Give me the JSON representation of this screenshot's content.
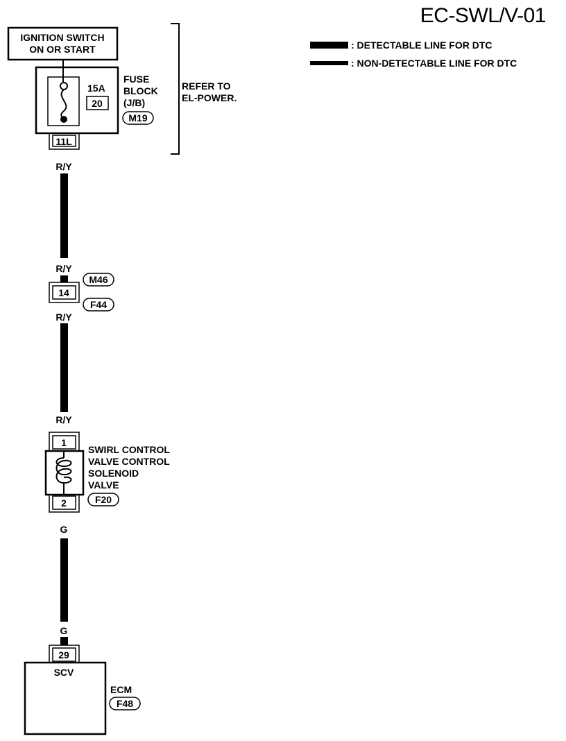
{
  "page_code": "EC-SWL/V-01",
  "legend": {
    "detectable": ": DETECTABLE LINE FOR DTC",
    "non_detectable": ": NON-DETECTABLE LINE FOR DTC"
  },
  "ignition_switch": {
    "line1": "IGNITION SWITCH",
    "line2": "ON OR START"
  },
  "fuse_block": {
    "amperage": "15A",
    "fuse_number": "20",
    "name_line1": "FUSE",
    "name_line2": "BLOCK",
    "name_line3": "(J/B)",
    "connector": "M19",
    "terminal": "11L"
  },
  "refer_to": {
    "line1": "REFER TO",
    "line2": "EL-POWER."
  },
  "wires": {
    "w1_top": "R/Y",
    "w1_bottom": "R/Y",
    "w2_top": "R/Y",
    "w2_bottom": "R/Y",
    "w3_top": "G",
    "w3_bottom": "G"
  },
  "joint_connector": {
    "terminal": "14",
    "connector_upper": "M46",
    "connector_lower": "F44"
  },
  "solenoid": {
    "terminal_in": "1",
    "terminal_out": "2",
    "name_line1": "SWIRL CONTROL",
    "name_line2": "VALVE CONTROL",
    "name_line3": "SOLENOID",
    "name_line4": "VALVE",
    "connector": "F20"
  },
  "ecm": {
    "terminal": "29",
    "pin_name": "SCV",
    "name": "ECM",
    "connector": "F48"
  }
}
